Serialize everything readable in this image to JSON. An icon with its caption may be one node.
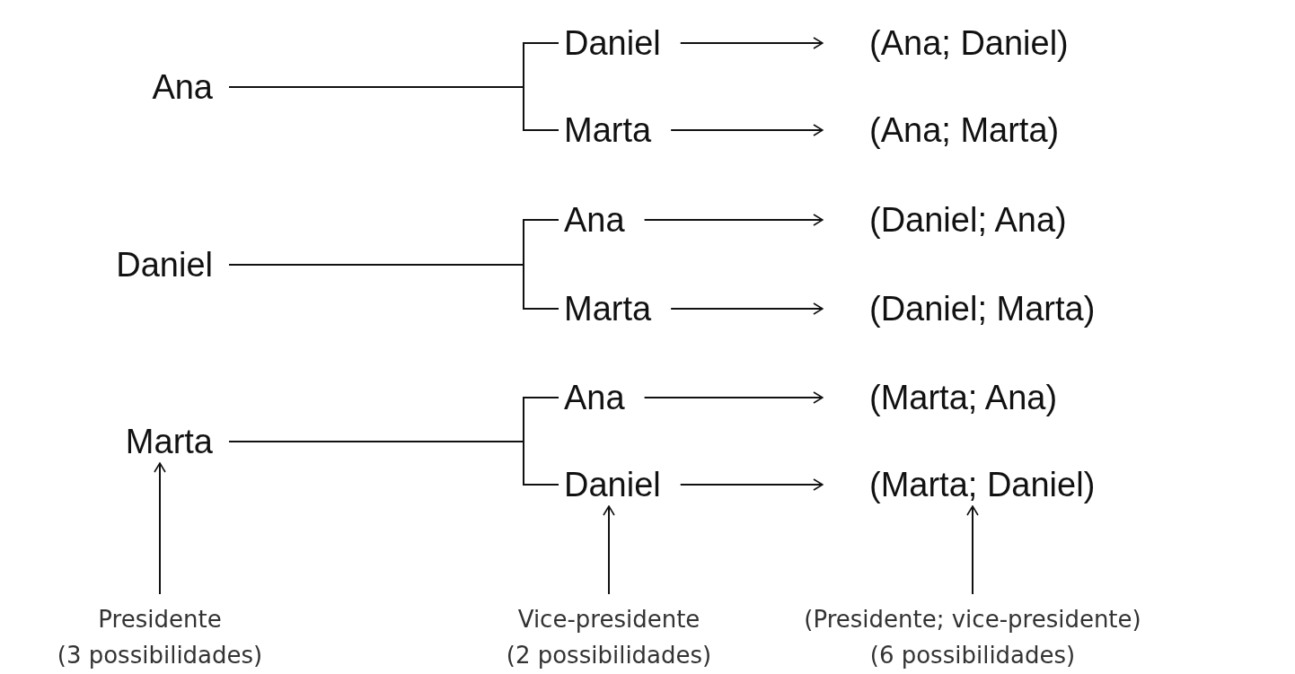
{
  "diagram": {
    "nodes": [
      {
        "text": [
          "Ana"
        ]
      },
      {
        "text": [
          "Daniel"
        ]
      },
      {
        "text": [
          "Marta"
        ]
      },
      {
        "text": [
          "Daniel"
        ]
      },
      {
        "text": [
          "Marta"
        ]
      },
      {
        "text": [
          "Ana"
        ]
      },
      {
        "text": [
          "Marta"
        ]
      },
      {
        "text": [
          "Ana"
        ]
      },
      {
        "text": [
          "Daniel"
        ]
      },
      {
        "text": [
          "(Ana; Daniel)"
        ]
      },
      {
        "text": [
          "(Ana; Marta)"
        ]
      },
      {
        "text": [
          "(Daniel; Ana)"
        ]
      },
      {
        "text": [
          "(Daniel; Marta)"
        ]
      },
      {
        "text": [
          "(Marta; Ana)"
        ]
      },
      {
        "text": [
          "(Marta; Daniel)"
        ]
      },
      {
        "text": [
          "Presidente",
          "(3 possibilidades)"
        ]
      },
      {
        "text": [
          "Vice-presidente",
          "(2 possibilidades)"
        ]
      },
      {
        "text": [
          "(Presidente; vice-presidente)",
          "(6 possibilidades)"
        ]
      }
    ],
    "edges": [
      {
        "from": 0,
        "to": 3,
        "arrow": "none"
      },
      {
        "from": 0,
        "to": 4,
        "arrow": "none"
      },
      {
        "from": 1,
        "to": 5,
        "arrow": "none"
      },
      {
        "from": 1,
        "to": 6,
        "arrow": "none"
      },
      {
        "from": 2,
        "to": 7,
        "arrow": "none"
      },
      {
        "from": 2,
        "to": 8,
        "arrow": "none"
      },
      {
        "from": 3,
        "to": 9,
        "arrow": "to"
      },
      {
        "from": 4,
        "to": 10,
        "arrow": "to"
      },
      {
        "from": 5,
        "to": 11,
        "arrow": "to"
      },
      {
        "from": 6,
        "to": 12,
        "arrow": "to"
      },
      {
        "from": 7,
        "to": 13,
        "arrow": "to"
      },
      {
        "from": 8,
        "to": 14,
        "arrow": "to"
      },
      {
        "from": 15,
        "to": 2,
        "arrow": "to"
      },
      {
        "from": 16,
        "to": 8,
        "arrow": "to"
      },
      {
        "from": 17,
        "to": 14,
        "arrow": "to"
      }
    ]
  }
}
